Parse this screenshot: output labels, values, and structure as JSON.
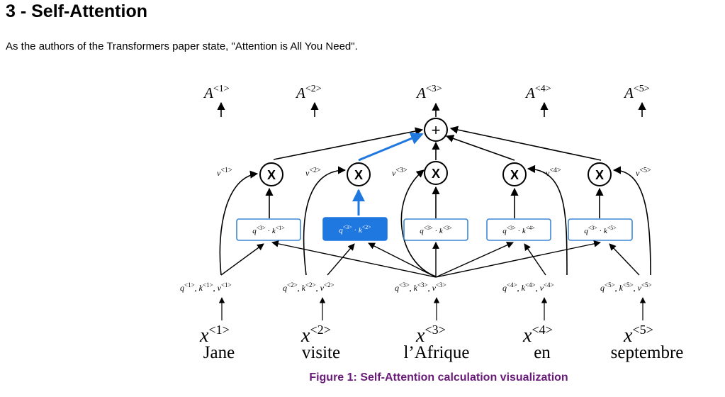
{
  "heading": "3 - Self-Attention",
  "intro": "As the authors of the Transformers paper state, \"Attention is All You Need\".",
  "caption": "Figure 1: Self-Attention calculation visualization",
  "diagram": {
    "plus_symbol": "+",
    "multiply_symbol": "X",
    "outputs": [
      {
        "base": "A",
        "sup": "<1>"
      },
      {
        "base": "A",
        "sup": "<2>"
      },
      {
        "base": "A",
        "sup": "<3>"
      },
      {
        "base": "A",
        "sup": "<4>"
      },
      {
        "base": "A",
        "sup": "<5>"
      }
    ],
    "values": [
      {
        "base": "v",
        "sup": "<1>"
      },
      {
        "base": "v",
        "sup": "<2>"
      },
      {
        "base": "v",
        "sup": "<3>"
      },
      {
        "base": "v",
        "sup": "<4>"
      },
      {
        "base": "v",
        "sup": "<5>"
      }
    ],
    "scores": [
      {
        "q": "q",
        "qsup": "<3>",
        "dot": " · ",
        "k": "k",
        "ksup": "<1>"
      },
      {
        "q": "q",
        "qsup": "<3>",
        "dot": " · ",
        "k": "k",
        "ksup": "<2>"
      },
      {
        "q": "q",
        "qsup": "<3>",
        "dot": " · ",
        "k": "k",
        "ksup": "<3>"
      },
      {
        "q": "q",
        "qsup": "<3>",
        "dot": " · ",
        "k": "k",
        "ksup": "<4>"
      },
      {
        "q": "q",
        "qsup": "<3>",
        "dot": " · ",
        "k": "k",
        "ksup": "<5>"
      }
    ],
    "qkv": [
      {
        "q": "q",
        "k": "k",
        "v": "v",
        "sup": "<1>",
        "sep": ", "
      },
      {
        "q": "q",
        "k": "k",
        "v": "v",
        "sup": "<2>",
        "sep": ", "
      },
      {
        "q": "q",
        "k": "k",
        "v": "v",
        "sup": "<3>",
        "sep": ", "
      },
      {
        "q": "q",
        "k": "k",
        "v": "v",
        "sup": "<4>",
        "sep": ", "
      },
      {
        "q": "q",
        "k": "k",
        "v": "v",
        "sup": "<5>",
        "sep": ", "
      }
    ],
    "inputs": [
      {
        "base": "x",
        "sup": "<1>"
      },
      {
        "base": "x",
        "sup": "<2>"
      },
      {
        "base": "x",
        "sup": "<3>"
      },
      {
        "base": "x",
        "sup": "<4>"
      },
      {
        "base": "x",
        "sup": "<5>"
      }
    ],
    "words": [
      "Jane",
      "visite",
      "l’Afrique",
      "en",
      "septembre"
    ],
    "colors": {
      "accent": "#1f77e0",
      "box_border": "#3d86d6",
      "caption": "#6a1b7a",
      "ink": "#000000"
    }
  }
}
